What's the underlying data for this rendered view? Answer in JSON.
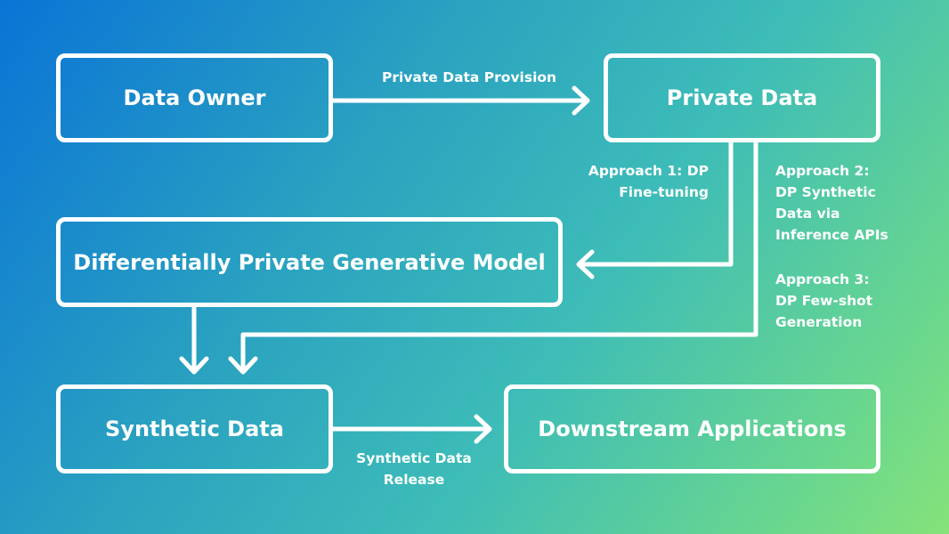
{
  "nodes": {
    "data_owner": "Data Owner",
    "private_data": "Private Data",
    "dp_model": "Differentially Private Generative Model",
    "synthetic_data": "Synthetic Data",
    "downstream": "Downstream Applications"
  },
  "edges": {
    "provision": "Private Data Provision",
    "approach1": [
      "Approach 1: DP",
      "Fine-tuning"
    ],
    "approach2": [
      "Approach 2:",
      "DP Synthetic",
      "Data via",
      "Inference APIs"
    ],
    "approach3": [
      "Approach 3:",
      "DP Few-shot",
      "Generation"
    ],
    "release": [
      "Synthetic Data",
      "Release"
    ]
  }
}
